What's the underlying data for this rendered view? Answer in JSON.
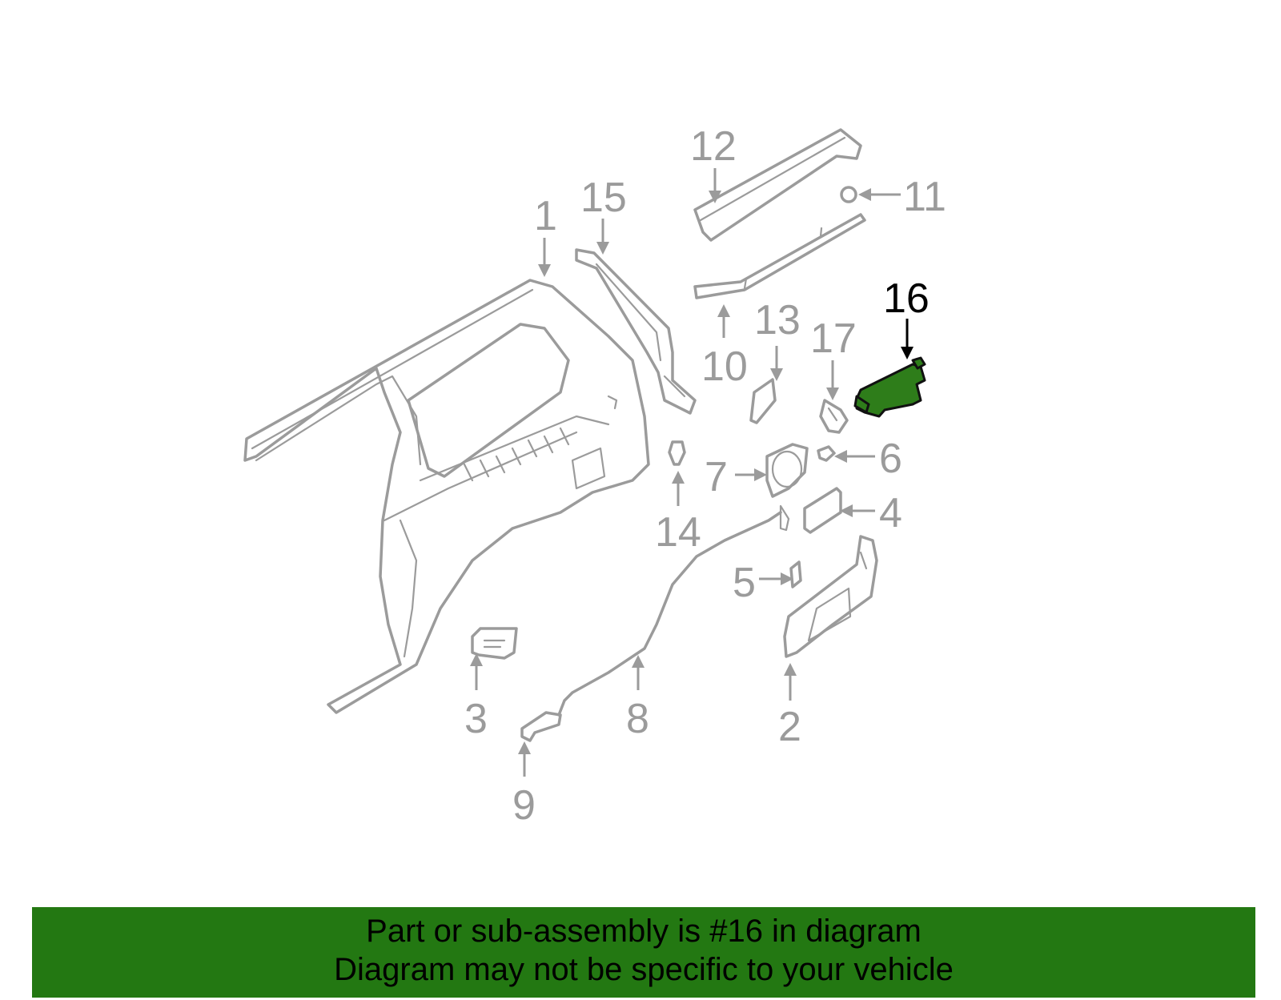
{
  "highlight_color": "#2e7d1a",
  "banner_color": "#237812",
  "callouts": [
    {
      "id": "1",
      "label": "1"
    },
    {
      "id": "2",
      "label": "2"
    },
    {
      "id": "3",
      "label": "3"
    },
    {
      "id": "4",
      "label": "4"
    },
    {
      "id": "5",
      "label": "5"
    },
    {
      "id": "6",
      "label": "6"
    },
    {
      "id": "7",
      "label": "7"
    },
    {
      "id": "8",
      "label": "8"
    },
    {
      "id": "9",
      "label": "9"
    },
    {
      "id": "10",
      "label": "10"
    },
    {
      "id": "11",
      "label": "11"
    },
    {
      "id": "12",
      "label": "12"
    },
    {
      "id": "13",
      "label": "13"
    },
    {
      "id": "14",
      "label": "14"
    },
    {
      "id": "15",
      "label": "15"
    },
    {
      "id": "16",
      "label": "16"
    },
    {
      "id": "17",
      "label": "17"
    }
  ],
  "banner": {
    "line1": "Part or sub-assembly is #16 in diagram",
    "line2": "Diagram may not be specific to your vehicle"
  }
}
